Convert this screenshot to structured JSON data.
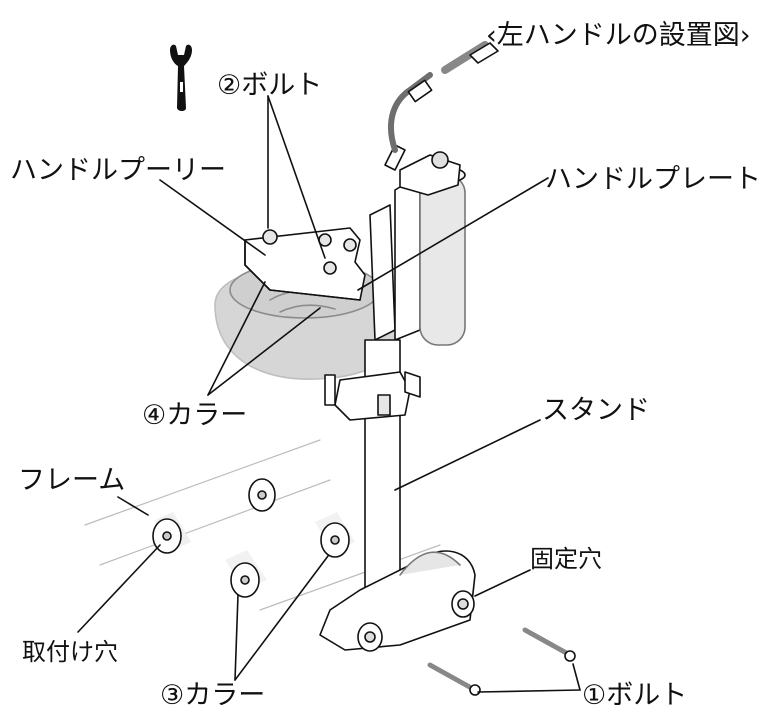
{
  "diagram": {
    "caption": "‹左ハンドルの設置図›",
    "labels": {
      "bolt_2": "②ボルト",
      "handle_pulley": "ハンドルプーリー",
      "handle_plate": "ハンドルプレート",
      "collar_4": "④カラー",
      "stand": "スタンド",
      "frame": "フレーム",
      "fixing_hole": "固定穴",
      "mounting_hole": "取付け穴",
      "collar_3": "③カラー",
      "bolt_1": "①ボルト"
    },
    "icons": {
      "tool": "wrench-icon"
    },
    "line_color": "#111111",
    "shade_color": "#d6d6d6"
  }
}
